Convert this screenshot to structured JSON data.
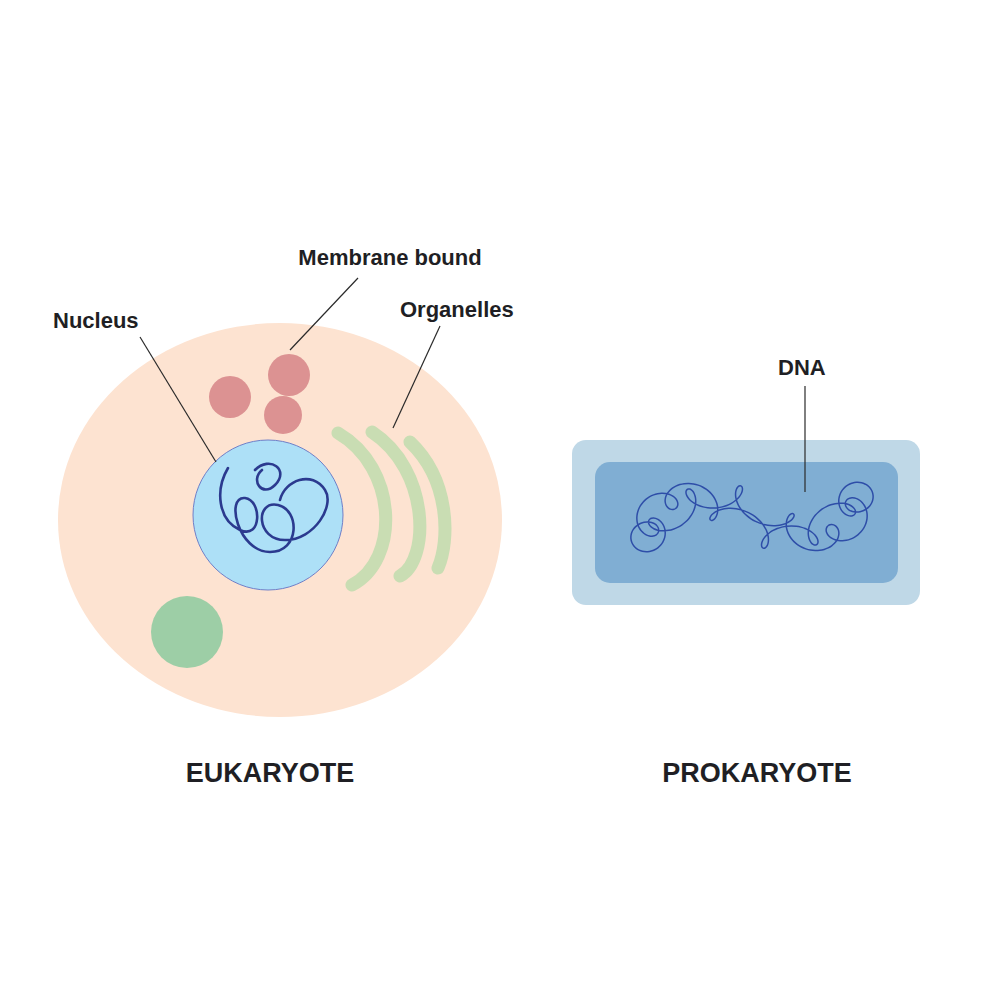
{
  "diagram": {
    "labels": [
      "Membrane bound",
      "Nucleus",
      "Organelles",
      "DNA",
      "EUKARYOTE",
      "PROKARYOTE"
    ]
  }
}
